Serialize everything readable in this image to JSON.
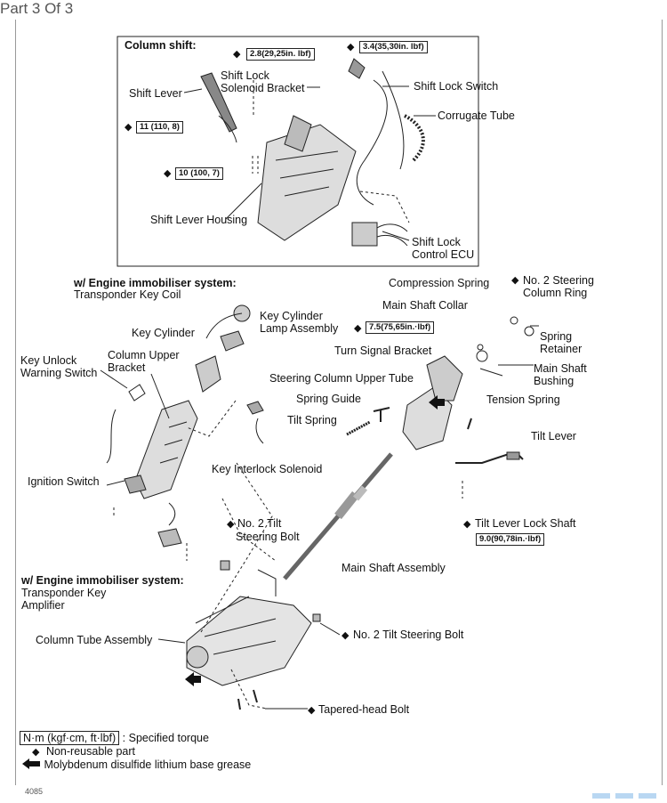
{
  "header": {
    "title": "Part 3 Of 3"
  },
  "column_shift_box": {
    "title": "Column shift:",
    "labels": {
      "shift_lever": "Shift Lever",
      "shift_lock_solenoid_bracket_1": "Shift Lock",
      "shift_lock_solenoid_bracket_2": "Solenoid Bracket",
      "shift_lock_switch": "Shift Lock Switch",
      "corrugate_tube": "Corrugate Tube",
      "shift_lever_housing": "Shift Lever Housing",
      "shift_lock_control_ecu_1": "Shift Lock",
      "shift_lock_control_ecu_2": "Control ECU"
    },
    "torques": {
      "t1": "2.8(29,25in. lbf)",
      "t2": "3.4(35,30in. lbf)",
      "t3": "11 (110, 8)",
      "t4": "10 (100, 7)"
    }
  },
  "main": {
    "immobiliser_1_title": "w/ Engine immobiliser system:",
    "transponder_key_coil": "Transponder Key Coil",
    "key_cylinder": "Key Cylinder",
    "key_cylinder_lamp_1": "Key Cylinder",
    "key_cylinder_lamp_2": "Lamp Assembly",
    "key_unlock_1": "Key Unlock",
    "key_unlock_2": "Warning Switch",
    "column_upper_bracket_1": "Column Upper",
    "column_upper_bracket_2": "Bracket",
    "ignition_switch": "Ignition Switch",
    "key_interlock_solenoid": "Key Interlock Solenoid",
    "compression_spring": "Compression Spring",
    "no2_steering_column_ring_1": "No. 2 Steering",
    "no2_steering_column_ring_2": "Column Ring",
    "main_shaft_collar": "Main Shaft Collar",
    "torque_75": "7.5(75,65in.·lbf)",
    "spring_retainer_1": "Spring",
    "spring_retainer_2": "Retainer",
    "turn_signal_bracket": "Turn Signal Bracket",
    "main_shaft_bushing_1": "Main Shaft",
    "main_shaft_bushing_2": "Bushing",
    "steering_column_upper_tube": "Steering Column Upper Tube",
    "spring_guide": "Spring Guide",
    "tension_spring": "Tension Spring",
    "tilt_spring": "Tilt Spring",
    "tilt_lever": "Tilt Lever",
    "tilt_lever_lock_shaft": "Tilt Lever Lock Shaft",
    "torque_90": "9.0(90,78in.·lbf)",
    "no2_tilt_steering_bolt_a_1": "No. 2 Tilt",
    "no2_tilt_steering_bolt_a_2": "Steering Bolt",
    "main_shaft_assembly": "Main Shaft Assembly",
    "immobiliser_2_title": "w/ Engine immobiliser system:",
    "transponder_key_amplifier_1": "Transponder Key",
    "transponder_key_amplifier_2": "Amplifier",
    "column_tube_assembly": "Column Tube Assembly",
    "no2_tilt_steering_bolt_b": "No. 2 Tilt Steering Bolt",
    "tapered_head_bolt": "Tapered-head Bolt"
  },
  "legend": {
    "torque_units": "N·m (kgf·cm, ft·lbf)",
    "torque_desc": ": Specified torque",
    "non_reusable": "Non-reusable part",
    "grease": "Molybdenum disulfide lithium base grease"
  },
  "symbols": {
    "diamond": "◆",
    "arrow": "arrow-left-icon"
  },
  "footer": {
    "page_number": "4085"
  },
  "colors": {
    "line": "#222222",
    "frame": "#999999",
    "accent": "#b9d7f2"
  }
}
